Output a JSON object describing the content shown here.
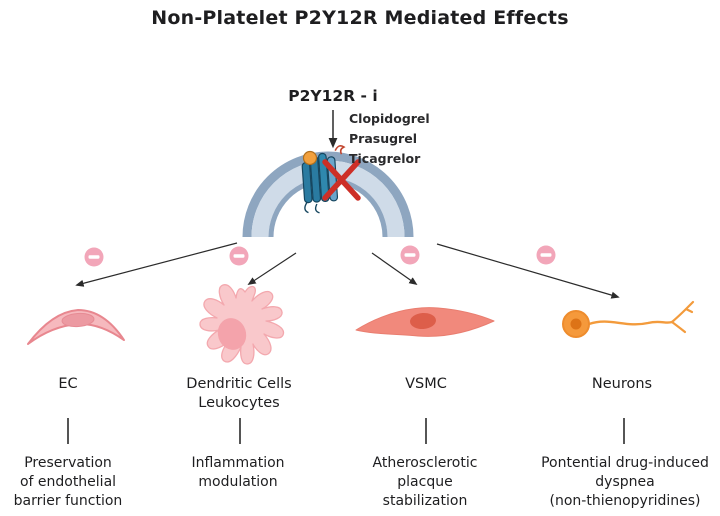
{
  "title": "Non-Platelet P2Y12R Mediated Effects",
  "inhibitor": {
    "label": "P2Y12R - i",
    "drugs": [
      "Clopidogrel",
      "Prasugrel",
      "Ticagrelor"
    ]
  },
  "branches": [
    {
      "cell_lines": [
        "EC"
      ],
      "effect_lines": [
        "Preservation",
        "of endothelial",
        "barrier function"
      ]
    },
    {
      "cell_lines": [
        "Dendritic Cells",
        "Leukocytes"
      ],
      "effect_lines": [
        "Inflammation",
        "modulation"
      ]
    },
    {
      "cell_lines": [
        "VSMC"
      ],
      "effect_lines": [
        "Atherosclerotic",
        "placque",
        "stabilization"
      ]
    },
    {
      "cell_lines": [
        "Neurons"
      ],
      "effect_lines": [
        "Pontential drug-induced",
        "dyspnea",
        "(non-thienopyridines)"
      ]
    }
  ],
  "icons": {
    "receptor": "p2y12-receptor-icon",
    "ligand": "ligand-dot-icon",
    "blocked": "red-x-blocked-icon",
    "inhibition": "minus-inhibition-icon",
    "membrane": "cell-membrane-arc",
    "cells": [
      "endothelial-cell-icon",
      "dendritic-cell-icon",
      "smooth-muscle-cell-icon",
      "neuron-icon"
    ]
  },
  "colors": {
    "background": "#ffffff",
    "text": "#1e1e20",
    "membrane_dark": "#8ea6c0",
    "membrane_light": "#cfdbe8",
    "inhibition_pink": "#f2a6b9",
    "blocked_red": "#cd2f27",
    "receptor_teal": "#2a7ba1",
    "receptor_outline": "#16465f",
    "ligand_orange": "#f2a03d",
    "ec_pink": "#f6b9be",
    "ec_outline": "#e8878f",
    "dendritic_pink": "#f9c8cb",
    "dendritic_nucleus": "#f4a3ab",
    "vsmc_salmon": "#f1897c",
    "vsmc_nucleus": "#dd5e4a",
    "neuron_orange": "#f5993b",
    "arrow_black": "#2b2b2b"
  }
}
